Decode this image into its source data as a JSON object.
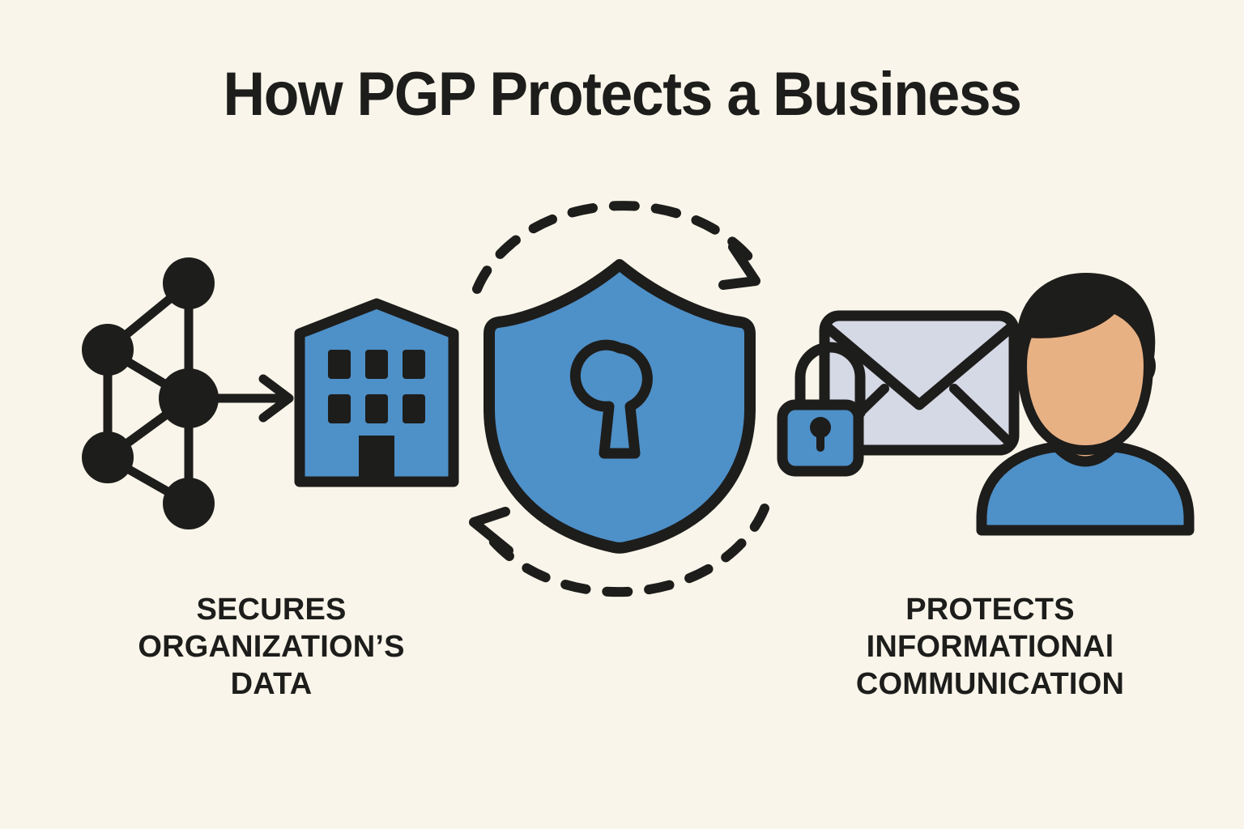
{
  "page": {
    "background_color": "#faf5ea",
    "ink_color": "#1d1d1b",
    "accent_blue": "#4e90c8",
    "envelope_gray": "#d5d8e5",
    "skin_color": "#e8b184"
  },
  "title": {
    "text": "How PGP Protects a Business"
  },
  "captions": {
    "left": {
      "lines": [
        "SECURES",
        "ORGANIZATION’S",
        "DATA"
      ],
      "line1": "SECURES",
      "line2": "ORGANIZATION’S",
      "line3": "DATA"
    },
    "right": {
      "lines": [
        "PROTECTS",
        "INFORMATIONAl",
        "COMMUNICATION"
      ],
      "line1": "PROTECTS",
      "line2": "INFORMATIONAl",
      "line3": "COMMUNICATION"
    }
  },
  "icons": {
    "network": {
      "name": "network-nodes-icon",
      "node_count": 5,
      "color": "#1d1d1b"
    },
    "flow_arrow": {
      "name": "arrow-right-icon",
      "color": "#1d1d1b"
    },
    "building": {
      "name": "office-building-icon",
      "fill": "#4e90c8",
      "window_count": 6,
      "door_count": 1
    },
    "shield": {
      "name": "shield-keyhole-icon",
      "fill": "#4e90c8",
      "keyhole": "keyhole-shape"
    },
    "arc_top": {
      "name": "dashed-arc-clockwise-icon",
      "direction": "clockwise"
    },
    "arc_bottom": {
      "name": "dashed-arc-counterclockwise-icon",
      "direction": "counter-clockwise"
    },
    "padlock": {
      "name": "padlock-icon",
      "fill": "#4e90c8"
    },
    "envelope": {
      "name": "envelope-icon",
      "fill": "#d5d8e5"
    },
    "person": {
      "name": "person-avatar-icon",
      "hair": "#1d1d1b",
      "skin": "#e8b184",
      "shirt": "#4e90c8"
    }
  }
}
